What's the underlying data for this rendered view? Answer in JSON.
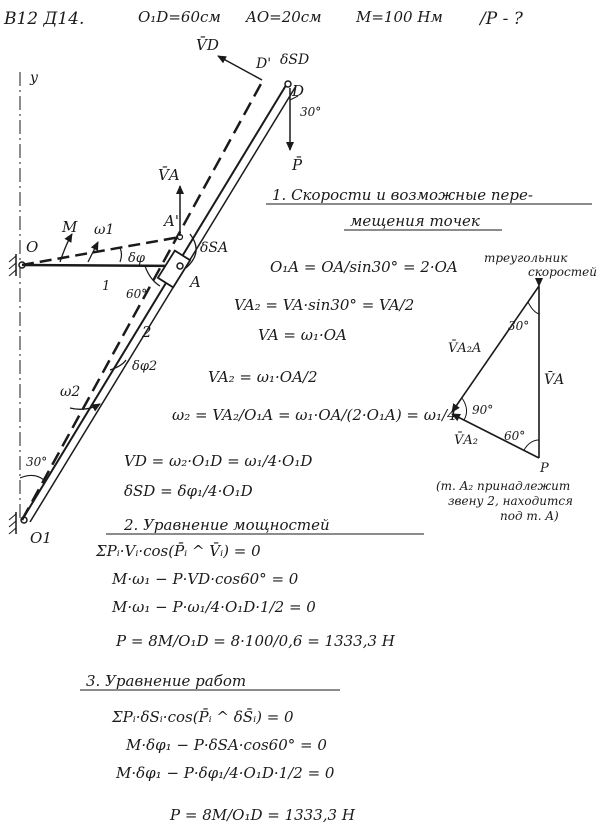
{
  "header": {
    "variant": "В12 Д14.",
    "given_od": "O₁D=60см",
    "given_ao": "AO=20см",
    "given_m": "M=100 Нм",
    "find": "/P - ?"
  },
  "labels": {
    "vd": "V̄D",
    "dprime": "D'",
    "dsd": "δSD",
    "d": "D",
    "angle_d": "30°",
    "p": "P̄",
    "va": "V̄A",
    "aprime": "A'",
    "dsa": "δSA",
    "a": "A",
    "o": "O",
    "m": "M",
    "omega1": "ω1",
    "dphi": "δφ",
    "one": "1",
    "sixty": "60°",
    "two": "2",
    "dphi2": "δφ2",
    "omega2": "ω2",
    "thirty": "30°",
    "o1": "O1",
    "y": "y"
  },
  "section1": {
    "title": "1. Скорости и возможные пере-",
    "title2": "мещения точек",
    "eq1": "O₁A = OA/sin30° = 2·OA",
    "eq2": "VA₂ = VA·sin30° = VA/2",
    "eq3": "VA = ω₁·OA",
    "eq4": "VA₂ = ω₁·OA/2",
    "eq5": "ω₂ = VA₂/O₁A = ω₁·OA/(2·O₁A) = ω₁/4",
    "eq6": "VD = ω₂·O₁D = ω₁/4·O₁D",
    "eq7": "δSD = δφ₁/4·O₁D"
  },
  "triangle": {
    "title1": "треугольник",
    "title2": "скоростей",
    "angle_top": "30°",
    "angle_mid": "90°",
    "angle_bottom": "60°",
    "va": "V̄A",
    "vaa": "V̄A₂A",
    "va2": "V̄A₂",
    "p": "P"
  },
  "note": {
    "line1": "(т. A₂ принадлежит",
    "line2": "звену 2, находится",
    "line3": "под т. A)"
  },
  "section2": {
    "title": "2. Уравнение мощностей",
    "eq1": "ΣPᵢ·Vᵢ·cos(P̄ᵢ ^ V̄ᵢ) = 0",
    "eq2": "M·ω₁ − P·VD·cos60° = 0",
    "eq3": "M·ω₁ − P·ω₁/4·O₁D·1/2 = 0",
    "eq4": "P = 8M/O₁D = 8·100/0,6 = 1333,3 Н"
  },
  "section3": {
    "title": "3. Уравнение работ",
    "eq1": "ΣPᵢ·δSᵢ·cos(P̄ᵢ ^ δS̄ᵢ) = 0",
    "eq2": "M·δφ₁ − P·δSA·cos60° = 0",
    "eq3": "M·δφ₁ − P·δφ₁/4·O₁D·1/2 = 0",
    "eq4": "P = 8M/O₁D = 1333,3 Н"
  }
}
